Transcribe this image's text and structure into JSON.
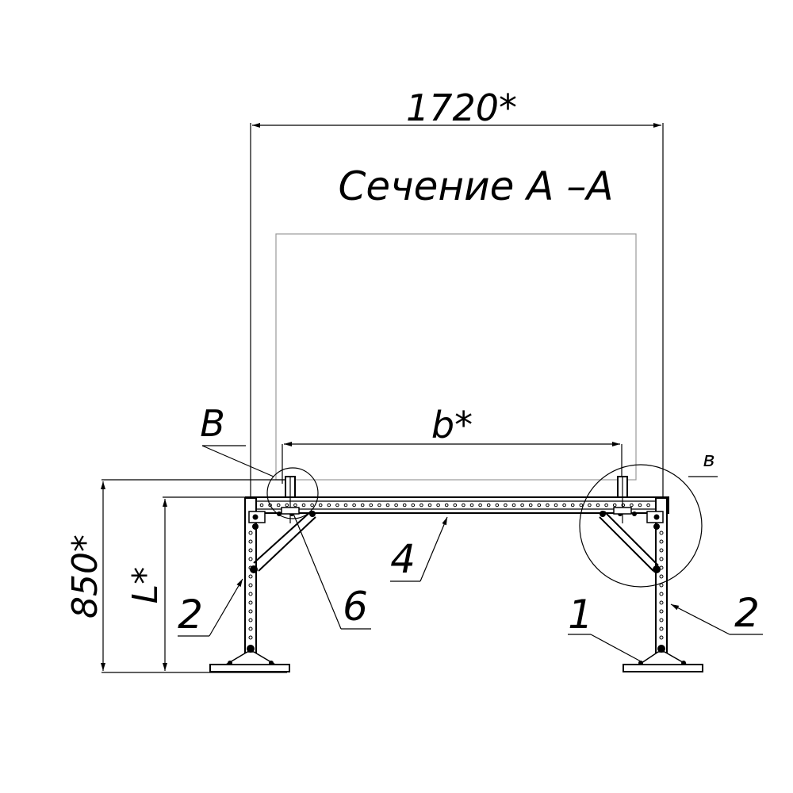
{
  "drawing": {
    "section_title": "Сечение А –А",
    "dimensions": {
      "overall_width": "1720*",
      "width_b": "b*",
      "overall_height": "850*",
      "height_l": "L*"
    },
    "detail_callouts": {
      "left": "В",
      "right": "в"
    },
    "part_numbers": {
      "base_plate": "1",
      "post_left": "2",
      "post_right": "2",
      "beam": "4",
      "brace": "6"
    }
  }
}
